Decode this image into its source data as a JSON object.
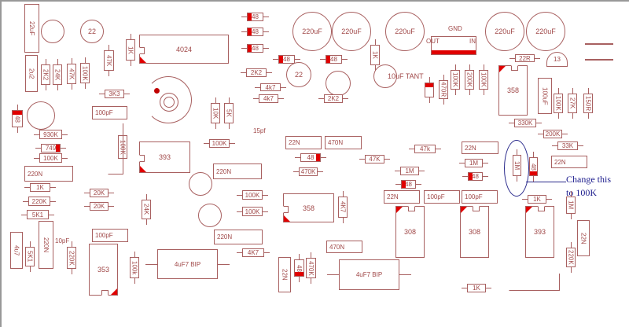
{
  "colors": {
    "outline": "#a86060",
    "text": "#a04848",
    "polarity": "#e00000",
    "annotation": "#1a1a8c"
  },
  "parts": [
    {
      "label": "22uF",
      "kind": "capacitor"
    },
    {
      "label": "2u2",
      "kind": "capacitor"
    },
    {
      "label": "2K2",
      "kind": "resistor"
    },
    {
      "label": "24K",
      "kind": "resistor"
    },
    {
      "label": "47K",
      "kind": "resistor"
    },
    {
      "label": "100K",
      "kind": "resistor"
    },
    {
      "label": "47K",
      "kind": "resistor"
    },
    {
      "label": "1K",
      "kind": "resistor"
    },
    {
      "label": "4024",
      "kind": "ic"
    },
    {
      "label": "3K3",
      "kind": "resistor"
    },
    {
      "label": "100pF",
      "kind": "capacitor"
    },
    {
      "label": "10K",
      "kind": "resistor"
    },
    {
      "label": "5K",
      "kind": "resistor"
    },
    {
      "label": "100K",
      "kind": "resistor"
    },
    {
      "label": "393",
      "kind": "ic"
    },
    {
      "label": "48",
      "kind": "diode"
    },
    {
      "label": "930K",
      "kind": "resistor"
    },
    {
      "label": "749",
      "kind": "diode"
    },
    {
      "label": "100K",
      "kind": "resistor"
    },
    {
      "label": "100K",
      "kind": "trimmer"
    },
    {
      "label": "220N",
      "kind": "capacitor"
    },
    {
      "label": "1K",
      "kind": "resistor"
    },
    {
      "label": "220K",
      "kind": "resistor"
    },
    {
      "label": "5K1",
      "kind": "resistor"
    },
    {
      "label": "20K",
      "kind": "resistor"
    },
    {
      "label": "20K",
      "kind": "resistor"
    },
    {
      "label": "24K",
      "kind": "resistor"
    },
    {
      "label": "220N",
      "kind": "capacitor"
    },
    {
      "label": "100K",
      "kind": "resistor"
    },
    {
      "label": "100K",
      "kind": "resistor"
    },
    {
      "label": "220N",
      "kind": "capacitor"
    },
    {
      "label": "4K7",
      "kind": "resistor"
    },
    {
      "label": "100pF",
      "kind": "capacitor"
    },
    {
      "label": "353",
      "kind": "ic"
    },
    {
      "label": "100k",
      "kind": "resistor"
    },
    {
      "label": "4uF7 BIP",
      "kind": "capacitor"
    },
    {
      "label": "4u7",
      "kind": "capacitor"
    },
    {
      "label": "5K1",
      "kind": "resistor"
    },
    {
      "label": "220N",
      "kind": "capacitor"
    },
    {
      "label": "10pF",
      "kind": "capacitor"
    },
    {
      "label": "220K",
      "kind": "resistor"
    },
    {
      "label": "358",
      "kind": "ic"
    },
    {
      "label": "4K7",
      "kind": "resistor"
    },
    {
      "label": "22N",
      "kind": "capacitor"
    },
    {
      "label": "470N",
      "kind": "capacitor"
    },
    {
      "label": "48",
      "kind": "diode"
    },
    {
      "label": "470K",
      "kind": "resistor"
    },
    {
      "label": "47K",
      "kind": "resistor"
    },
    {
      "label": "47k",
      "kind": "resistor"
    },
    {
      "label": "1M",
      "kind": "resistor"
    },
    {
      "label": "48",
      "kind": "diode"
    },
    {
      "label": "22N",
      "kind": "capacitor"
    },
    {
      "label": "100pF",
      "kind": "capacitor"
    },
    {
      "label": "100pF",
      "kind": "capacitor"
    },
    {
      "label": "308",
      "kind": "ic"
    },
    {
      "label": "308",
      "kind": "ic"
    },
    {
      "label": "393",
      "kind": "ic"
    },
    {
      "label": "22N",
      "kind": "capacitor"
    },
    {
      "label": "1M",
      "kind": "resistor"
    },
    {
      "label": "48",
      "kind": "diode"
    },
    {
      "label": "1M",
      "kind": "resistor"
    },
    {
      "label": "48",
      "kind": "diode"
    },
    {
      "label": "200K",
      "kind": "resistor"
    },
    {
      "label": "33K",
      "kind": "resistor"
    },
    {
      "label": "22N",
      "kind": "capacitor"
    },
    {
      "label": "1K",
      "kind": "resistor"
    },
    {
      "label": "1M",
      "kind": "resistor"
    },
    {
      "label": "22N",
      "kind": "capacitor"
    },
    {
      "label": "220K",
      "kind": "resistor"
    },
    {
      "label": "1K",
      "kind": "resistor"
    },
    {
      "label": "470N",
      "kind": "capacitor"
    },
    {
      "label": "22N",
      "kind": "capacitor"
    },
    {
      "label": "48",
      "kind": "diode"
    },
    {
      "label": "470K",
      "kind": "resistor"
    },
    {
      "label": "4uF7 BIP",
      "kind": "capacitor"
    },
    {
      "label": "48",
      "kind": "diode"
    },
    {
      "label": "48",
      "kind": "diode"
    },
    {
      "label": "48",
      "kind": "diode"
    },
    {
      "label": "220uF",
      "kind": "electrolytic"
    },
    {
      "label": "220uF",
      "kind": "electrolytic"
    },
    {
      "label": "220uF",
      "kind": "electrolytic"
    },
    {
      "label": "220uF",
      "kind": "electrolytic"
    },
    {
      "label": "220uF",
      "kind": "electrolytic"
    },
    {
      "label": "",
      "kind": "regulator"
    },
    {
      "label": "GND",
      "kind": "text"
    },
    {
      "label": "OUT",
      "kind": "text"
    },
    {
      "label": "IN",
      "kind": "text"
    },
    {
      "label": "1K",
      "kind": "resistor"
    },
    {
      "label": "48",
      "kind": "diode"
    },
    {
      "label": "48",
      "kind": "diode"
    },
    {
      "label": "22",
      "kind": "transistor"
    },
    {
      "label": "",
      "kind": "transistor"
    },
    {
      "label": "2K2",
      "kind": "resistor"
    },
    {
      "label": "2K2",
      "kind": "resistor"
    },
    {
      "label": "4k7",
      "kind": "resistor"
    },
    {
      "label": "4k7",
      "kind": "resistor"
    },
    {
      "label": "10uF TANT",
      "kind": "tantalum"
    },
    {
      "label": "",
      "kind": "diode"
    },
    {
      "label": "470R",
      "kind": "resistor"
    },
    {
      "label": "100K",
      "kind": "resistor"
    },
    {
      "label": "200K",
      "kind": "resistor"
    },
    {
      "label": "100K",
      "kind": "resistor"
    },
    {
      "label": "22R",
      "kind": "resistor"
    },
    {
      "label": "13",
      "kind": "regulator"
    },
    {
      "label": "358",
      "kind": "ic"
    },
    {
      "label": "100uF",
      "kind": "capacitor"
    },
    {
      "label": "100K",
      "kind": "resistor"
    },
    {
      "label": "27K",
      "kind": "resistor"
    },
    {
      "label": "150R",
      "kind": "resistor"
    },
    {
      "label": "330K",
      "kind": "resistor"
    },
    {
      "label": "15pf",
      "kind": "capacitor"
    },
    {
      "label": "22",
      "kind": "transistor"
    },
    {
      "label": "",
      "kind": "transistor"
    },
    {
      "label": "",
      "kind": "transistor"
    },
    {
      "label": "",
      "kind": "transistor"
    },
    {
      "label": "",
      "kind": "transistor"
    },
    {
      "label": "",
      "kind": "potentiometer"
    }
  ],
  "annotation": {
    "line1": "Change this",
    "line2": "to 100K"
  }
}
